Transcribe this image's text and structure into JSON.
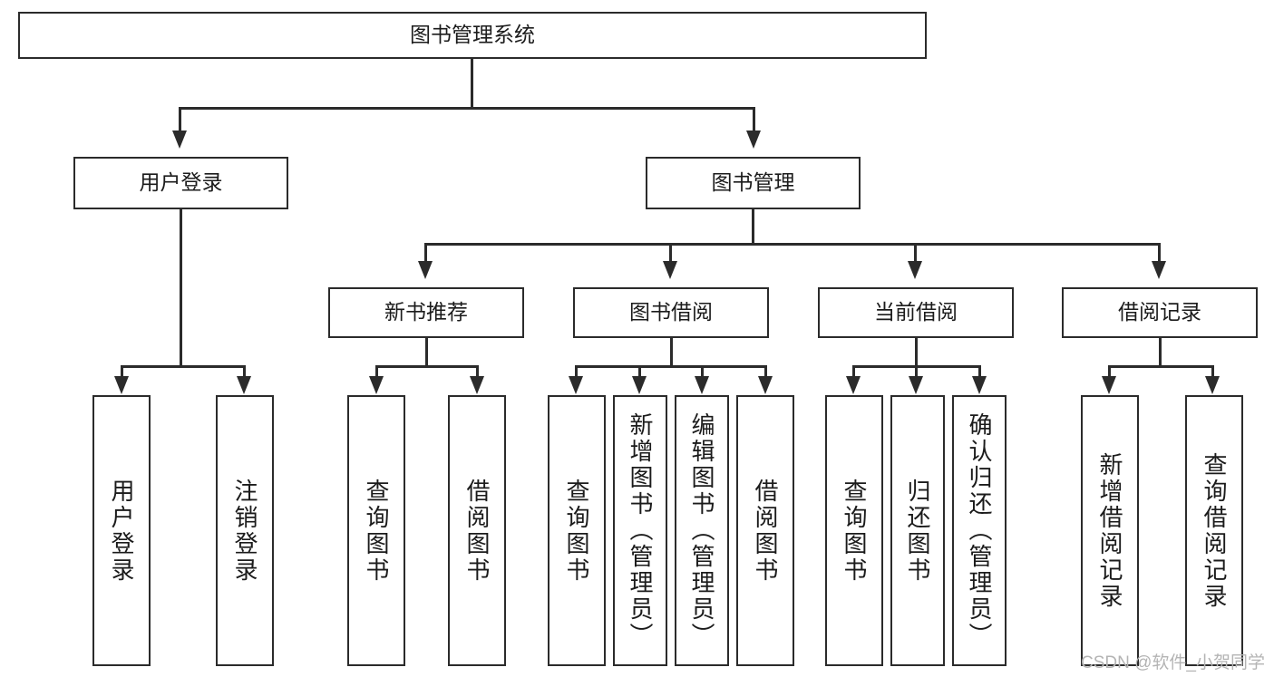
{
  "diagram": {
    "type": "tree",
    "title": "图书管理系统",
    "root": {
      "label": "图书管理系统"
    },
    "level2": [
      {
        "label": "用户登录"
      },
      {
        "label": "图书管理"
      }
    ],
    "level3": [
      {
        "label": "新书推荐"
      },
      {
        "label": "图书借阅"
      },
      {
        "label": "当前借阅"
      },
      {
        "label": "借阅记录"
      }
    ],
    "leaves": {
      "user_login": [
        {
          "label": "用户登录"
        },
        {
          "label": "注销登录"
        }
      ],
      "new_book_recommend": [
        {
          "label": "查询图书"
        },
        {
          "label": "借阅图书"
        }
      ],
      "book_borrow": [
        {
          "label": "查询图书"
        },
        {
          "label": "新增图书（管理员）"
        },
        {
          "label": "编辑图书（管理员）"
        },
        {
          "label": "借阅图书"
        }
      ],
      "current_borrow": [
        {
          "label": "查询图书"
        },
        {
          "label": "归还图书"
        },
        {
          "label": "确认归还（管理员）"
        }
      ],
      "borrow_record": [
        {
          "label": "新增借阅记录"
        },
        {
          "label": "查询借阅记录"
        }
      ]
    }
  },
  "watermark": {
    "text": "CSDN @软件_小贺同学"
  },
  "colors": {
    "stroke": "#2b2b2b",
    "background": "#ffffff",
    "text": "#1b1b1b",
    "watermark": "#b4b4b4"
  }
}
